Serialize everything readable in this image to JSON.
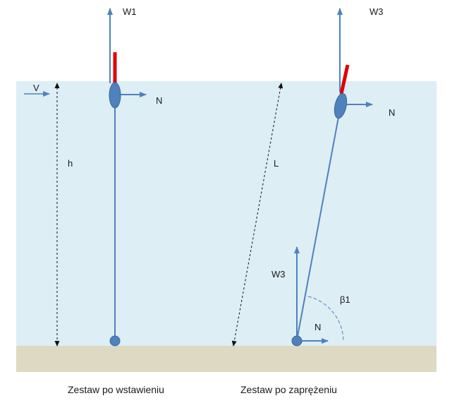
{
  "labels": {
    "w1": "W1",
    "w3_top": "W3",
    "w3_bottom": "W3",
    "n_left": "N",
    "n_right": "N",
    "n_anchor": "N",
    "v": "V",
    "h": "h",
    "l": "L",
    "beta": "β1"
  },
  "captions": {
    "left": "Zestaw po wstawieniu",
    "right": "Zestaw po zaprężeniu"
  },
  "colors": {
    "water": "#ddeef5",
    "seabed": "#ddd9c3",
    "line": "#4f81bd",
    "node": "#4f81bd",
    "mast": "#e00000"
  }
}
